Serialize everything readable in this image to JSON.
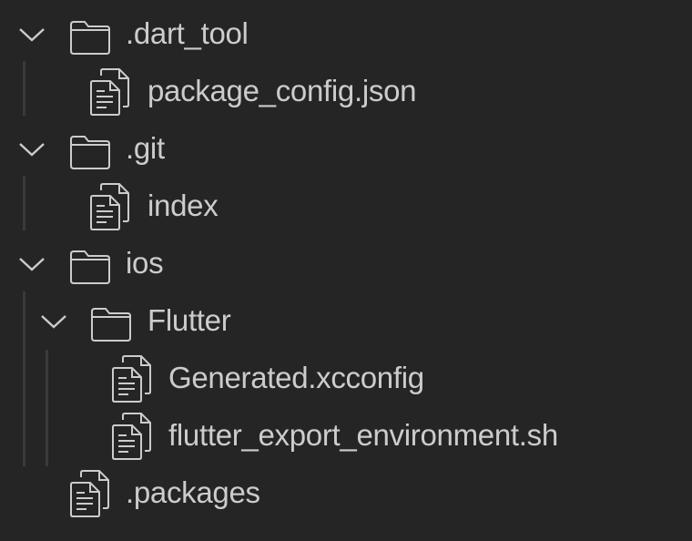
{
  "explorer": {
    "items": [
      {
        "label": ".dart_tool",
        "type": "folder",
        "expanded": true,
        "depth": 0
      },
      {
        "label": "package_config.json",
        "type": "file",
        "depth": 1
      },
      {
        "label": ".git",
        "type": "folder",
        "expanded": true,
        "depth": 0
      },
      {
        "label": "index",
        "type": "file",
        "depth": 1
      },
      {
        "label": "ios",
        "type": "folder",
        "expanded": true,
        "depth": 0
      },
      {
        "label": "Flutter",
        "type": "folder",
        "expanded": true,
        "depth": 1
      },
      {
        "label": "Generated.xcconfig",
        "type": "file",
        "depth": 2
      },
      {
        "label": "flutter_export_environment.sh",
        "type": "file",
        "depth": 2
      },
      {
        "label": ".packages",
        "type": "file",
        "depth": 0
      }
    ]
  },
  "colors": {
    "background": "#252526",
    "text": "#cccccc",
    "indent_guide": "#3a3a3a"
  }
}
